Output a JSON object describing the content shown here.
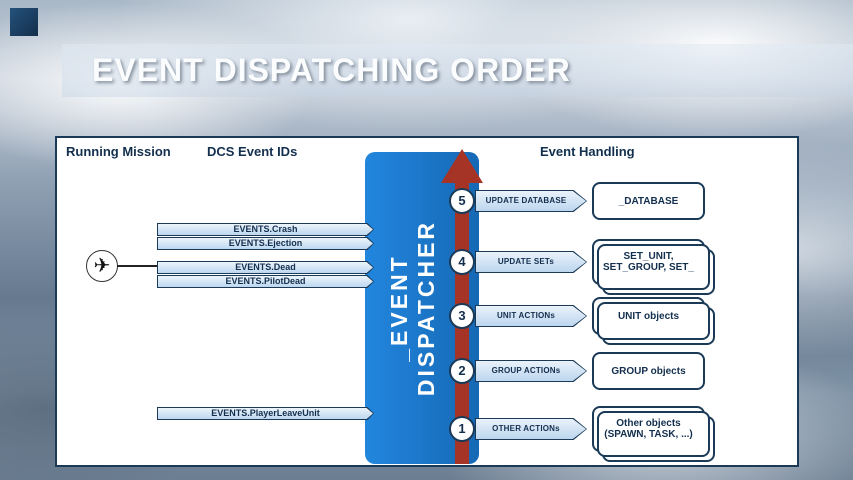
{
  "colors": {
    "navy": "#1b3a57",
    "dispatcher_blue": "#1a79d0",
    "arrow_red": "#a53326",
    "label_fill": "#cfe2f4",
    "panel_bg": "#ffffff"
  },
  "slide": {
    "title": "EVENT DISPATCHING ORDER"
  },
  "panel": {
    "headers": {
      "running_mission": "Running Mission",
      "dcs_event_ids": "DCS Event IDs",
      "event_handling": "Event Handling"
    },
    "dispatcher": {
      "line1": "_EVENT",
      "line2": "DISPATCHER"
    },
    "plane_glyph": "✈",
    "left_events": [
      "EVENTS.Crash",
      "EVENTS.Ejection",
      "EVENTS.Dead",
      "EVENTS.PilotDead",
      "EVENTS.PlayerLeaveUnit"
    ],
    "steps": [
      {
        "number": "5",
        "action": "UPDATE DATABASE",
        "target": "_DATABASE",
        "stacked": false
      },
      {
        "number": "4",
        "action": "UPDATE SETs",
        "target": "SET_UNIT,\nSET_GROUP, SET_",
        "stacked": true
      },
      {
        "number": "3",
        "action": "UNIT ACTIONs",
        "target": "UNIT objects",
        "stacked": true
      },
      {
        "number": "2",
        "action": "GROUP ACTIONs",
        "target": "GROUP objects",
        "stacked": false
      },
      {
        "number": "1",
        "action": "OTHER ACTIONs",
        "target": "Other objects\n(SPAWN, TASK, ...)",
        "stacked": true
      }
    ]
  }
}
